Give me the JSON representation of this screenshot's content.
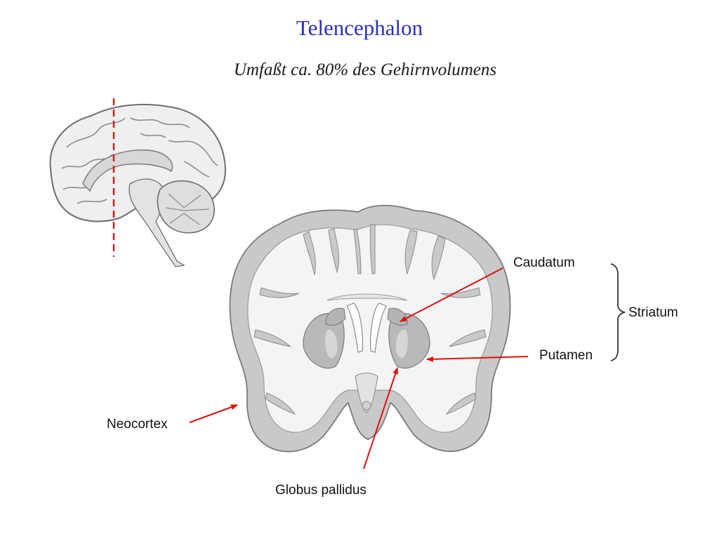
{
  "slide": {
    "title": "Telencephalon",
    "subtitle": "Umfaßt ca. 80% des Gehirnvolumens"
  },
  "labels": {
    "caudatum": "Caudatum",
    "putamen": "Putamen",
    "striatum": "Striatum",
    "neocortex": "Neocortex",
    "globus_pallidus": "Globus pallidus"
  },
  "colors": {
    "title": "#2b2fb8",
    "arrow": "#e01010",
    "cut_line": "#d01818",
    "white_matter": "#f4f4f4",
    "gray_matter": "#c9c9c9",
    "outline": "#7a7a7a"
  },
  "icons": [
    "midsagittal-brain-illustration",
    "coronal-brain-section-illustration"
  ]
}
